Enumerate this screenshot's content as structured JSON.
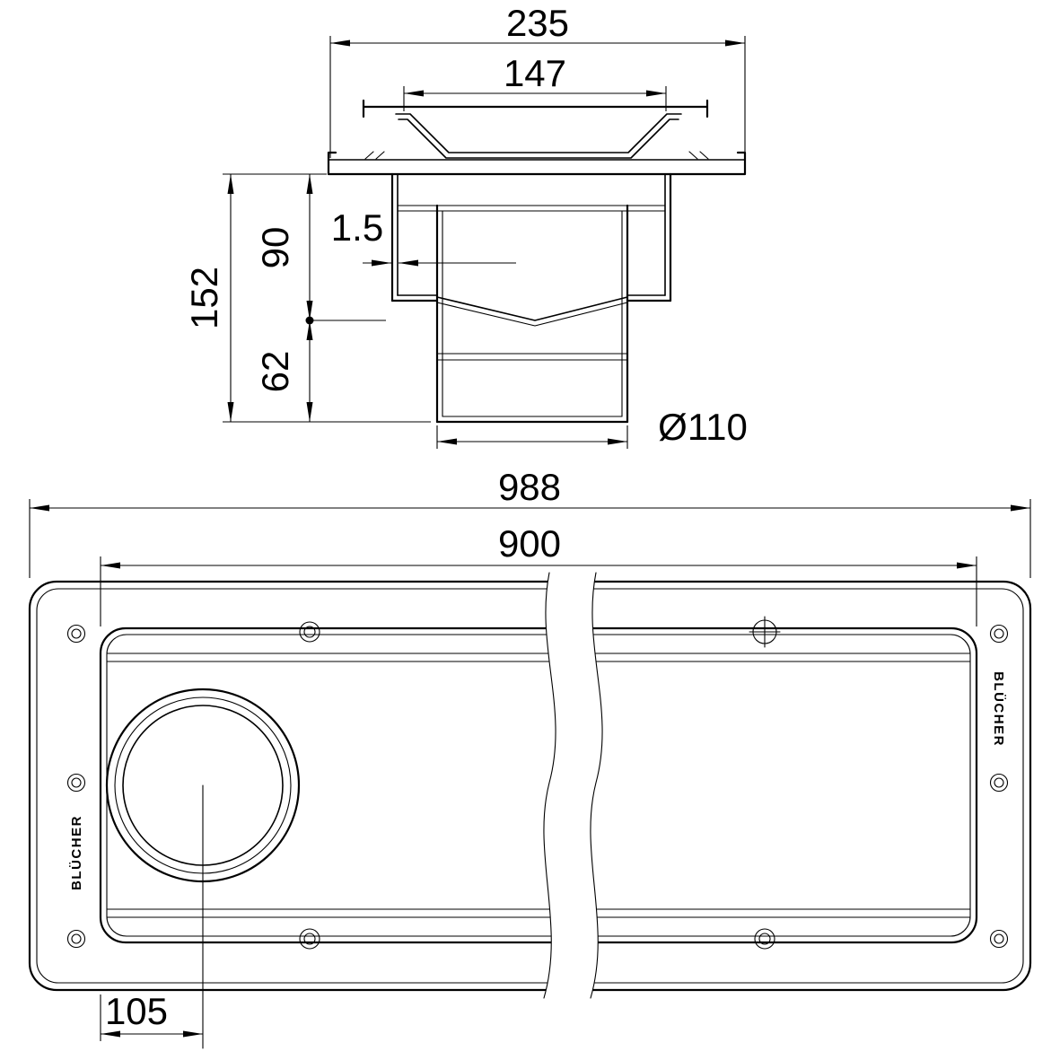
{
  "page": {
    "background_color": "#ffffff",
    "line_color": "#000000",
    "description": "Technical dimension drawing of a BLÜCHER channel drain: cross-section view above, plan view below"
  },
  "section_view": {
    "dim_flange_width": "235",
    "dim_grate_width": "147",
    "dim_total_height": "152",
    "dim_body_height": "90",
    "dim_outlet_height": "62",
    "dim_material_thickness": "1.5",
    "dim_outlet_diameter": "Ø110"
  },
  "plan_view": {
    "dim_overall_length": "988",
    "dim_channel_length": "900",
    "dim_outlet_offset": "105",
    "brand_left": "BLÜCHER",
    "brand_right": "BLÜCHER"
  }
}
